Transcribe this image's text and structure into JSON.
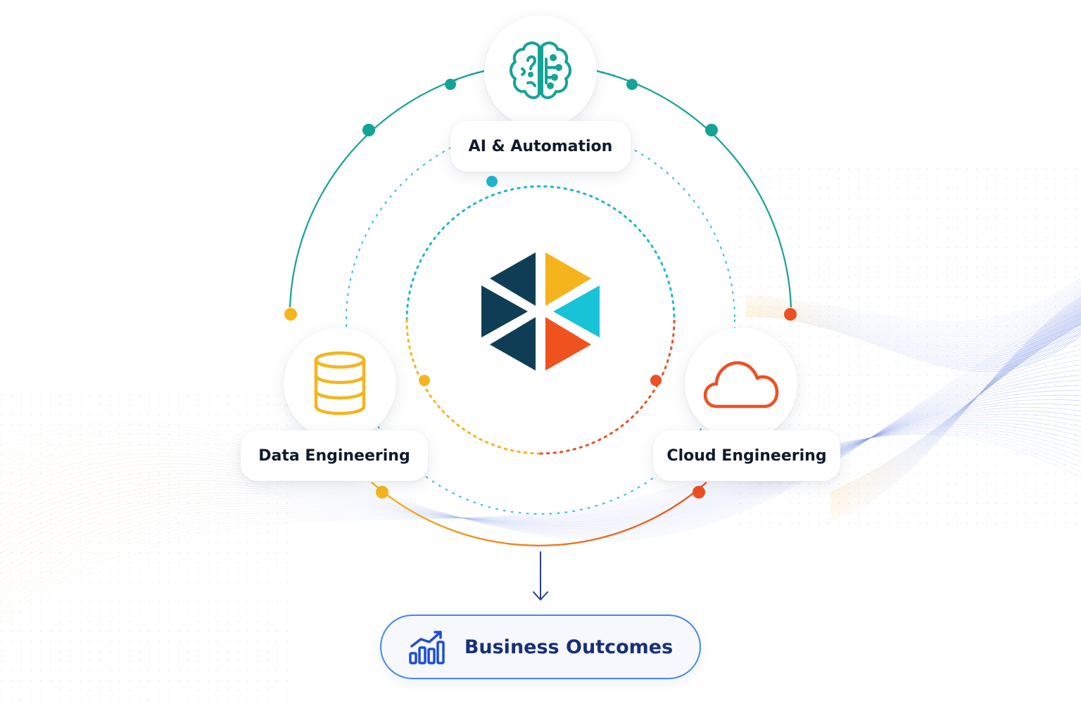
{
  "nodes": {
    "ai": {
      "label": "AI & Automation",
      "icon": "brain-circuit-icon",
      "color": "#15a396"
    },
    "data": {
      "label": "Data Engineering",
      "icon": "database-icon",
      "color": "#f4b51d"
    },
    "cloud": {
      "label": "Cloud Engineering",
      "icon": "cloud-icon",
      "color": "#ef4f23"
    }
  },
  "outcome": {
    "label": "Business Outcomes",
    "icon": "growth-chart-icon",
    "color": "#1d4ed8"
  },
  "hub": {
    "icon": "hexagon-logo-icon",
    "colors": [
      "#0f3d55",
      "#f5b41d",
      "#18c3d8",
      "#f0521f"
    ]
  },
  "colors": {
    "teal": "#15a396",
    "cyan": "#1fb6d3",
    "yellow": "#f4b51d",
    "orange": "#ef4f23",
    "blue": "#4a6fd8"
  }
}
